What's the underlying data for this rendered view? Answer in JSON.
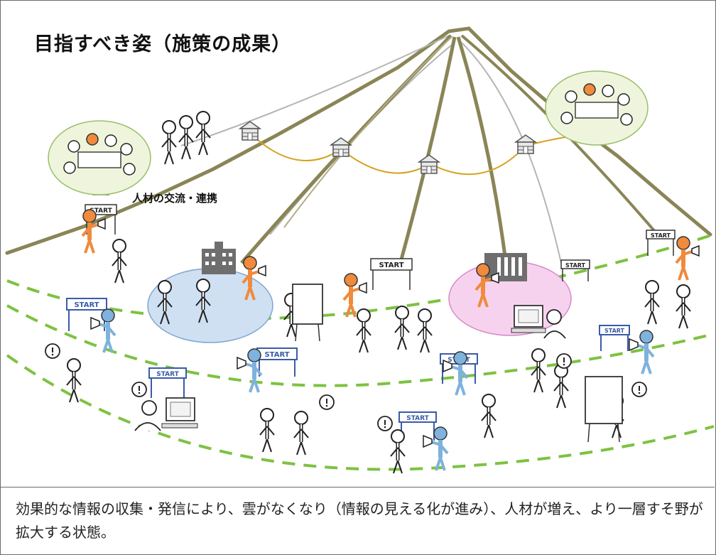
{
  "title": "目指すべき姿（施策の成果）",
  "label_exchange": "人材の交流・連携",
  "start_sign": "START",
  "caption": "効果的な情報の収集・発信により、雲がなくなり（情報の見える化が進み）、人材が増え、より一層すそ野が拡大する状態。",
  "colors": {
    "mountain": "#8a8556",
    "path_gold": "#d4a21c",
    "dash_green": "#7dc242",
    "orange_person": "#f08a3c",
    "blue_person": "#7fb2dc",
    "blue_oval": "#cfe0f3",
    "pink_oval": "#f7d2ef",
    "group_oval": "#eef5dc"
  }
}
